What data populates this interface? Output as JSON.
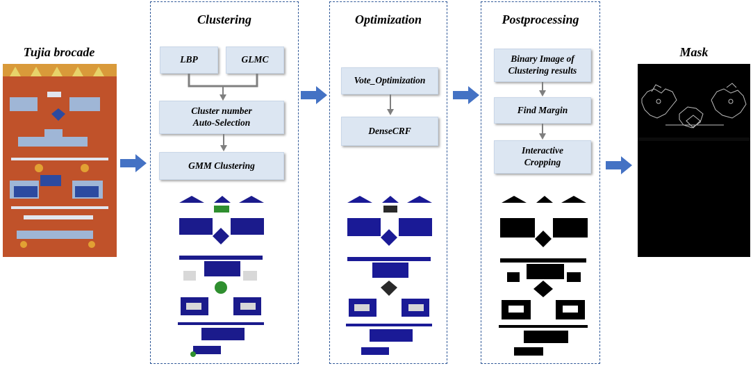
{
  "input": {
    "title": "Tujia brocade"
  },
  "clustering": {
    "title": "Clustering",
    "lbp": "LBP",
    "glmc": "GLMC",
    "auto_select_line1": "Cluster number",
    "auto_select_line2": "Auto-Selection",
    "gmm": "GMM Clustering"
  },
  "optimization": {
    "title": "Optimization",
    "vote": "Vote_Optimization",
    "densecrf": "DenseCRF"
  },
  "postprocessing": {
    "title": "Postprocessing",
    "binary_line1": "Binary Image of",
    "binary_line2": "Clustering results",
    "find_margin": "Find Margin",
    "interactive_line1": "Interactive",
    "interactive_line2": "Cropping"
  },
  "output": {
    "title": "Mask"
  },
  "colors": {
    "panel_border": "#2e5797",
    "box_fill": "#dce6f2",
    "flow_arrow": "#4472c4",
    "connector": "#7f7f7f",
    "brocade_bg": "#c0522a"
  }
}
